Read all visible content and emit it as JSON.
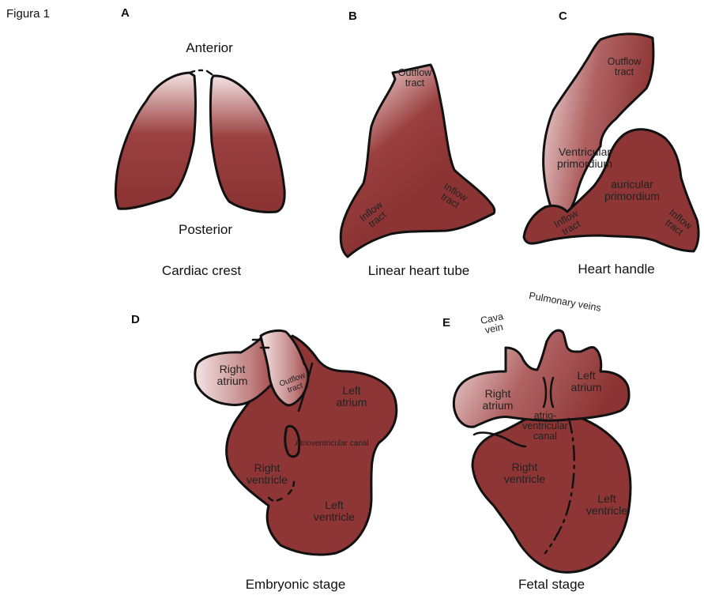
{
  "figure_label": "Figura 1",
  "colors": {
    "tissue_dark": "#8e3636",
    "tissue_light": "#f2dede",
    "outline": "#111111"
  },
  "panels": {
    "A": {
      "letter": "A",
      "anterior": "Anterior",
      "posterior": "Posterior",
      "caption": "Cardiac crest"
    },
    "B": {
      "letter": "B",
      "outflow": "Outflow tract",
      "inflow_left": "Inflow tract",
      "inflow_right": "Inflow tract",
      "caption": "Linear heart tube"
    },
    "C": {
      "letter": "C",
      "outflow": "Outflow tract",
      "ventricular": "Ventricular primordium",
      "auricular": "auricular primordium",
      "inflow_left": "Inflow tract",
      "inflow_right": "Inflow tract",
      "caption": "Heart handle"
    },
    "D": {
      "letter": "D",
      "right_atrium": "Right atrium",
      "outflow": "Outflow tract",
      "left_atrium": "Left atrium",
      "av_canal": "Atrioventricular canal",
      "right_ventricle": "Right ventricle",
      "left_ventricle": "Left ventricle",
      "caption": "Embryonic stage"
    },
    "E": {
      "letter": "E",
      "cava": "Cava vein",
      "pulmonary": "Pulmonary veins",
      "right_atrium": "Right atrium",
      "left_atrium": "Left atrium",
      "av_canal": "atrio- ventricular canal",
      "right_ventricle": "Right ventricle",
      "left_ventricle": "Left ventricle",
      "caption": "Fetal stage"
    }
  }
}
